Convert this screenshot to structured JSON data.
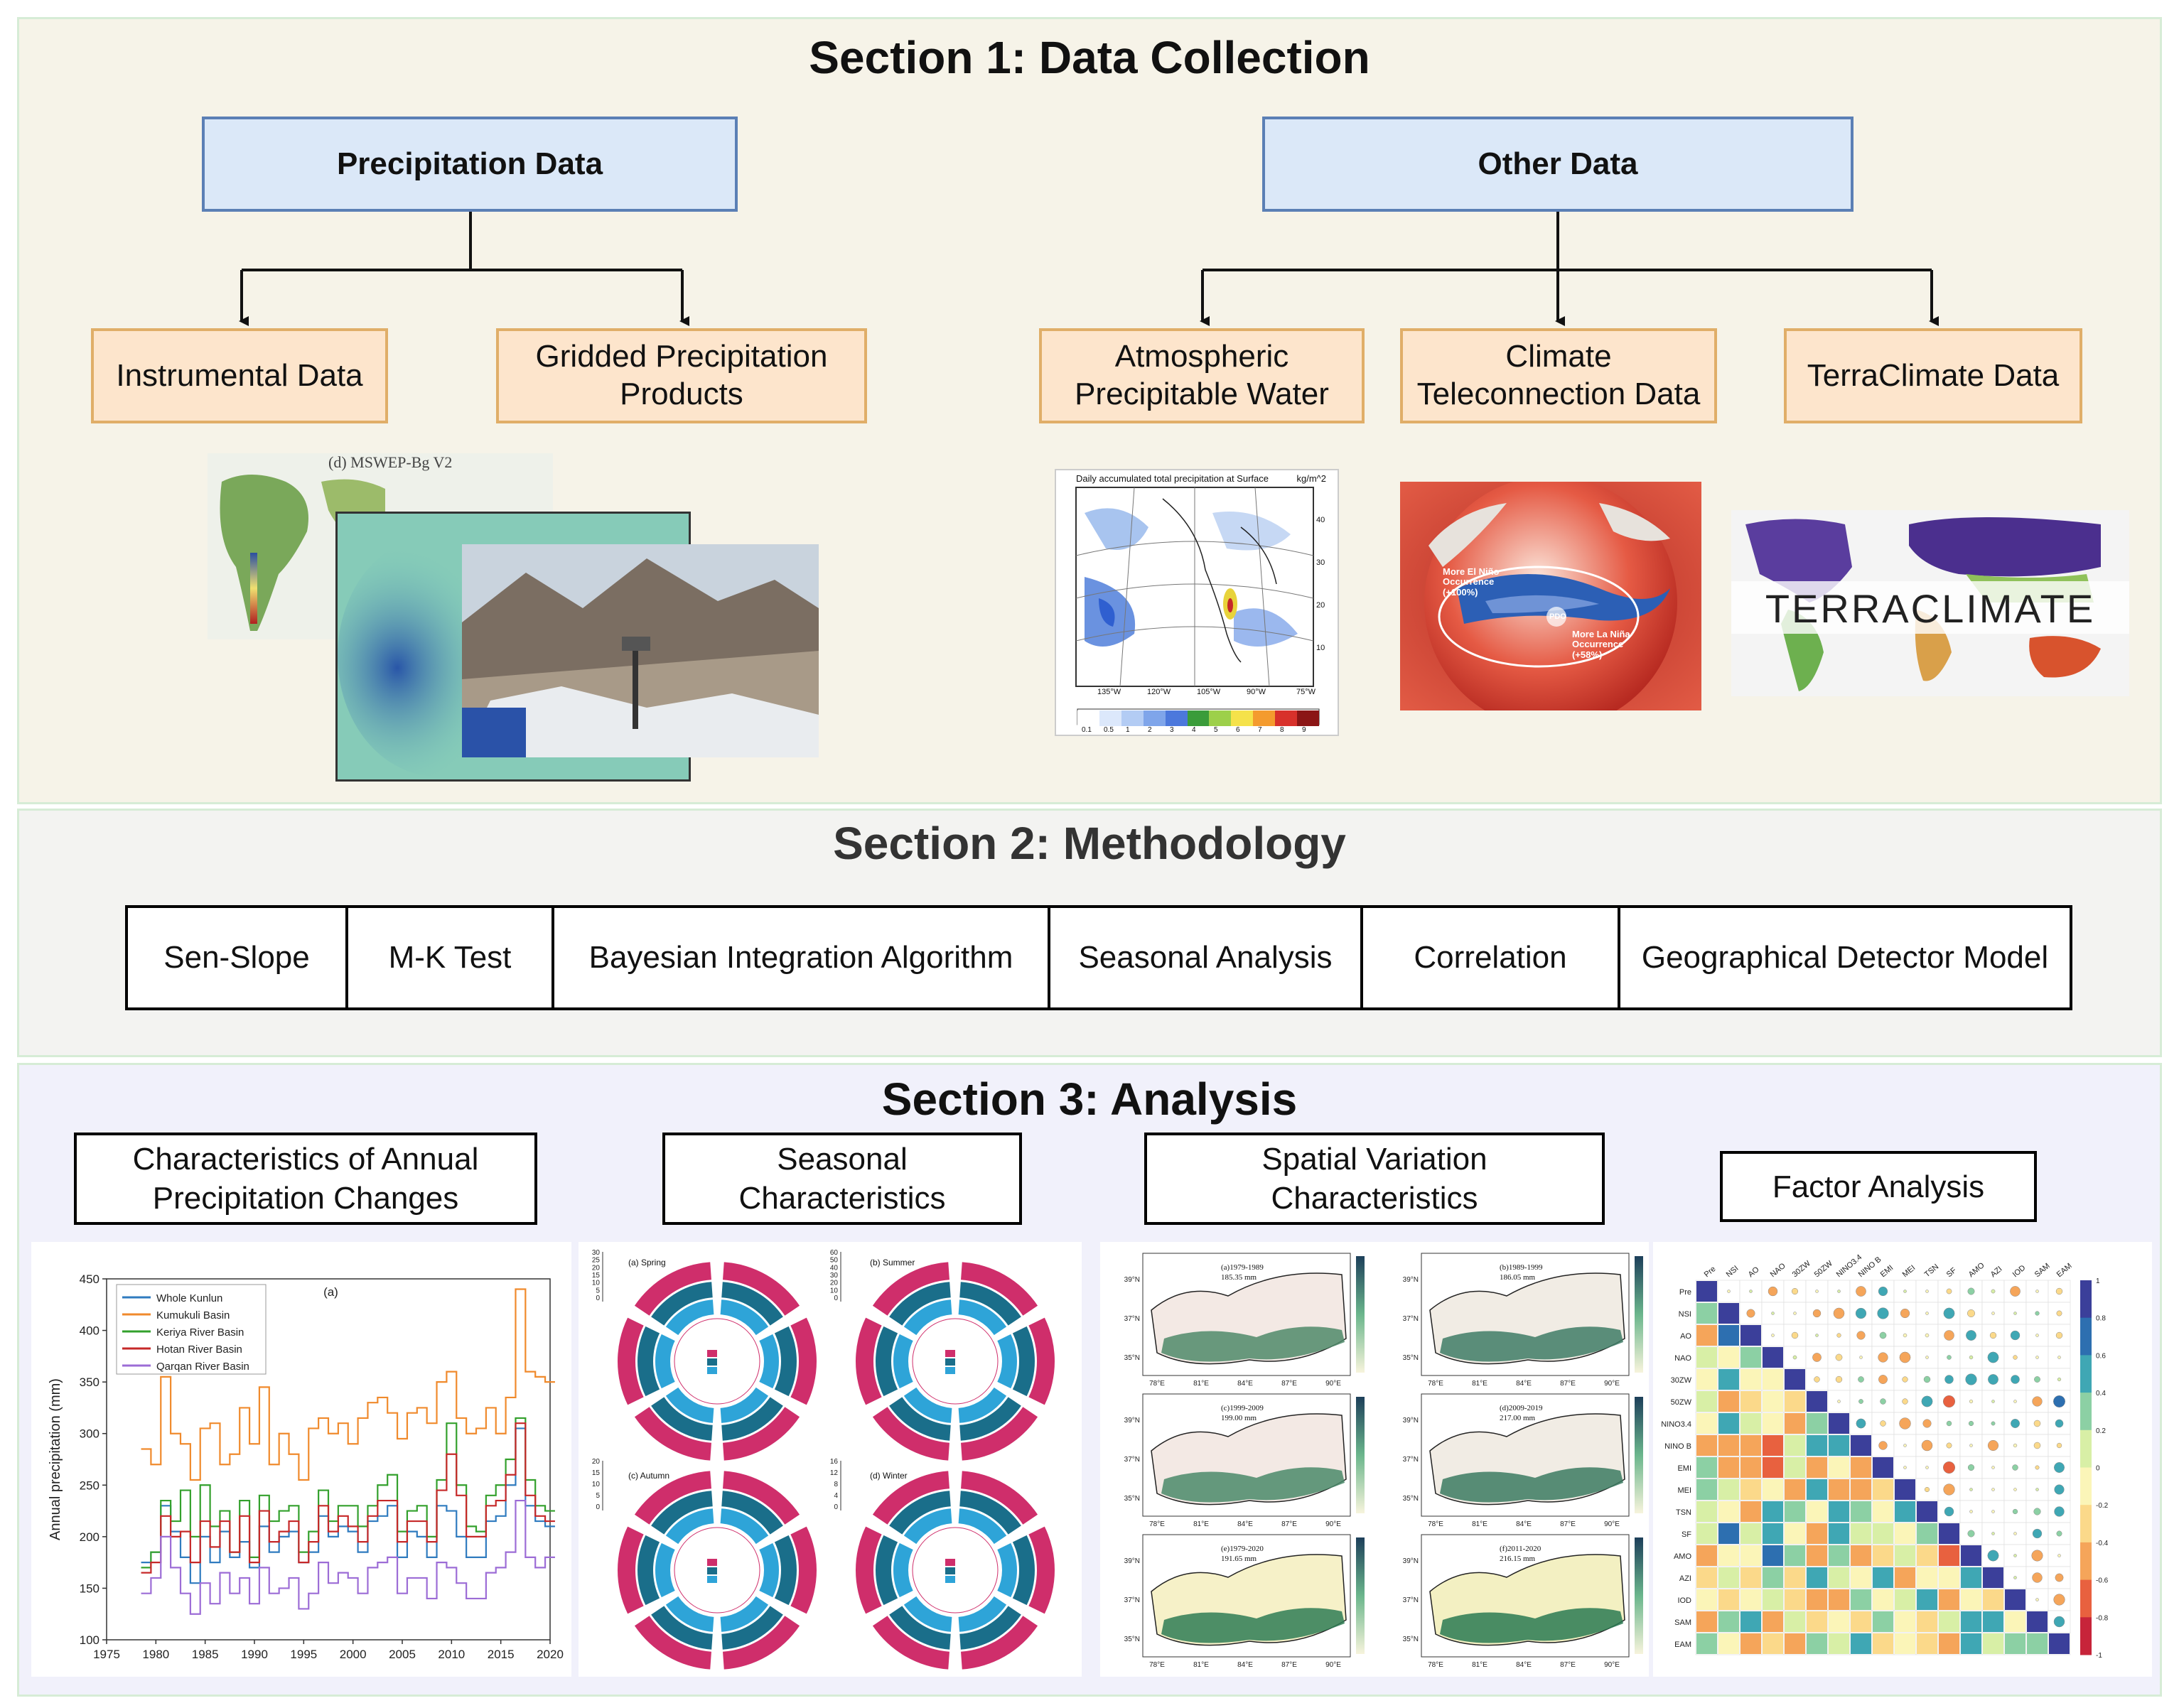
{
  "section1": {
    "title": "Section 1: Data Collection",
    "precip": {
      "title": "Precipitation Data",
      "instrumental": "Instrumental Data",
      "gridded": "Gridded Precipitation Products",
      "mswep_caption": "(d) MSWEP-Bg V2"
    },
    "other": {
      "title": "Other Data",
      "apw": "Atmospheric Precipitable Water",
      "teleconnection": "Climate Teleconnection Data",
      "terraclimate": "TerraClimate Data",
      "apw_map_title": "Daily accumulated total precipitation at Surface",
      "apw_map_units": "kg/m^2",
      "apw_lon_ticks": [
        "135°W",
        "120°W",
        "105°W",
        "90°W",
        "75°W"
      ],
      "apw_lat_ticks": [
        "40",
        "30",
        "20",
        "10"
      ],
      "apw_colorbar_ticks": [
        "0.1",
        "0.5",
        "1",
        "2",
        "3",
        "4",
        "5",
        "6",
        "7",
        "8",
        "9"
      ],
      "globe_labels": [
        "More El Niño Occurrence (+100%)",
        "PDO",
        "More La Niña Occurrence (+58%)"
      ],
      "terra_logo": "TERRACLIMATE"
    }
  },
  "section2": {
    "title": "Section 2: Methodology",
    "methods": [
      "Sen-Slope",
      "M-K Test",
      "Bayesian Integration Algorithm",
      "Seasonal Analysis",
      "Correlation",
      "Geographical Detector Model"
    ]
  },
  "section3": {
    "title": "Section 3: Analysis",
    "boxes": [
      "Characteristics of Annual Precipitation Changes",
      "Seasonal Characteristics",
      "Spatial Variation Characteristics",
      "Factor Analysis"
    ],
    "seasonal_labels": [
      "(a) Spring",
      "(b) Summer",
      "(c) Autumn",
      "(d) Winter"
    ],
    "spatial_labels": [
      [
        "(a)1979-1989",
        "185.35 mm"
      ],
      [
        "(b)1989-1999",
        "186.05 mm"
      ],
      [
        "(c)1999-2009",
        "199.00 mm"
      ],
      [
        "(d)2009-2019",
        "217.00 mm"
      ],
      [
        "(e)1979-2020",
        "191.65 mm"
      ],
      [
        "(f)2011-2020",
        "216.15 mm"
      ]
    ],
    "spatial_lon_ticks": [
      "78°E",
      "81°E",
      "84°E",
      "87°E",
      "90°E"
    ],
    "spatial_lat_ticks": [
      "39°N",
      "37°N",
      "35°N"
    ],
    "factor_labels": [
      "Pre",
      "NSI",
      "AO",
      "NAO",
      "30ZW",
      "50ZW",
      "NINO3.4",
      "NINO B",
      "EMI",
      "MEI",
      "TSN",
      "SF",
      "AMO",
      "AZI",
      "IOD",
      "SAM",
      "EAM"
    ],
    "factor_colorbar_ticks": [
      "1",
      "0.8",
      "0.6",
      "0.4",
      "0.2",
      "0",
      "-0.2",
      "-0.4",
      "-0.6",
      "-0.8",
      "-1"
    ]
  },
  "chart_data": {
    "type": "line",
    "title": "(a)",
    "xlabel": "",
    "ylabel": "Annual precipitation (mm)",
    "xlim": [
      1975,
      2020
    ],
    "ylim": [
      100,
      450
    ],
    "xticks": [
      1975,
      1980,
      1985,
      1990,
      1995,
      2000,
      2005,
      2010,
      2015,
      2020
    ],
    "yticks": [
      100,
      150,
      200,
      250,
      300,
      350,
      400,
      450
    ],
    "x": [
      1979,
      1980,
      1981,
      1982,
      1983,
      1984,
      1985,
      1986,
      1987,
      1988,
      1989,
      1990,
      1991,
      1992,
      1993,
      1994,
      1995,
      1996,
      1997,
      1998,
      1999,
      2000,
      2001,
      2002,
      2003,
      2004,
      2005,
      2006,
      2007,
      2008,
      2009,
      2010,
      2011,
      2012,
      2013,
      2014,
      2015,
      2016,
      2017,
      2018,
      2019,
      2020
    ],
    "series": [
      {
        "name": "Whole Kunlun",
        "color": "#2f7bbf",
        "values": [
          175,
          185,
          230,
          205,
          180,
          155,
          200,
          175,
          205,
          180,
          195,
          170,
          210,
          185,
          200,
          205,
          175,
          185,
          220,
          200,
          210,
          205,
          185,
          215,
          220,
          230,
          180,
          205,
          200,
          180,
          230,
          225,
          200,
          180,
          180,
          215,
          220,
          250,
          305,
          230,
          215,
          210
        ]
      },
      {
        "name": "Kumukuli Basin",
        "color": "#f08a2c",
        "values": [
          285,
          270,
          355,
          300,
          290,
          255,
          305,
          310,
          270,
          280,
          325,
          290,
          345,
          270,
          300,
          280,
          255,
          305,
          315,
          300,
          310,
          290,
          315,
          330,
          335,
          320,
          295,
          320,
          325,
          310,
          350,
          360,
          315,
          300,
          305,
          325,
          300,
          335,
          440,
          360,
          355,
          350
        ]
      },
      {
        "name": "Keriya River Basin",
        "color": "#33a02c",
        "values": [
          170,
          185,
          235,
          215,
          245,
          200,
          250,
          210,
          225,
          185,
          235,
          180,
          240,
          215,
          225,
          230,
          185,
          205,
          245,
          215,
          230,
          230,
          210,
          230,
          250,
          260,
          205,
          225,
          230,
          200,
          255,
          310,
          250,
          210,
          205,
          240,
          250,
          275,
          315,
          255,
          230,
          225
        ]
      },
      {
        "name": "Hotan River Basin",
        "color": "#c62828",
        "values": [
          165,
          175,
          220,
          200,
          205,
          175,
          215,
          190,
          215,
          185,
          220,
          175,
          225,
          195,
          205,
          215,
          175,
          195,
          230,
          205,
          220,
          210,
          195,
          220,
          235,
          235,
          195,
          215,
          215,
          195,
          245,
          280,
          240,
          200,
          200,
          230,
          235,
          260,
          310,
          240,
          220,
          215
        ]
      },
      {
        "name": "Qarqan River Basin",
        "color": "#9c6cd6",
        "values": [
          145,
          160,
          200,
          170,
          145,
          125,
          155,
          135,
          165,
          145,
          160,
          135,
          170,
          145,
          150,
          160,
          130,
          145,
          175,
          155,
          165,
          160,
          145,
          170,
          175,
          180,
          145,
          160,
          160,
          140,
          175,
          170,
          155,
          140,
          140,
          165,
          170,
          185,
          235,
          180,
          170,
          180
        ]
      }
    ]
  }
}
